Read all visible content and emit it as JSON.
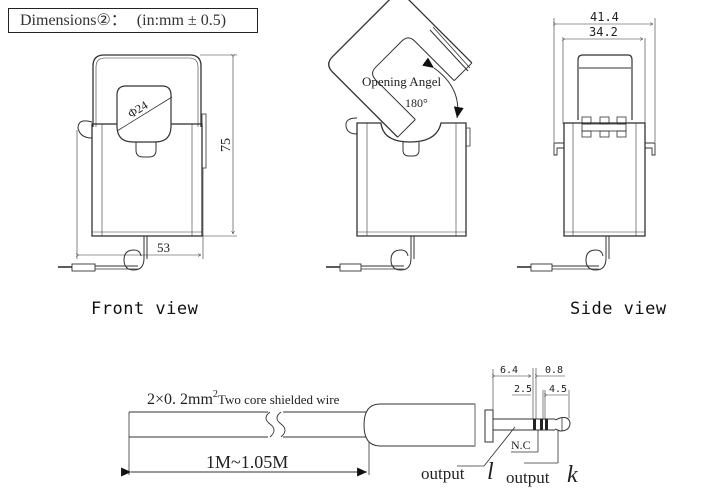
{
  "title": {
    "label": "Dimensions②：",
    "unit": "(in:mm ± 0.5)"
  },
  "front_view": {
    "caption": "Front view",
    "dim_diameter": "Φ24",
    "dim_height": "75",
    "dim_width": "53"
  },
  "open_view": {
    "opening_label": "Opening Angel",
    "opening_angle": "180°"
  },
  "side_view": {
    "caption": "Side view",
    "dim_outer_width": "41.4",
    "dim_inner_width": "34.2"
  },
  "wire": {
    "spec_prefix": "2×0. 2mm",
    "spec_superscript": "2",
    "spec_suffix": "Two core shielded wire",
    "length": "1M~1.05M"
  },
  "plug": {
    "dim_a": "6.4",
    "dim_b": "0.8",
    "dim_c": "2.5",
    "dim_d": "4.5",
    "nc_label": "N.C",
    "output_l_label": "output",
    "output_l_symbol": "l",
    "output_k_label": "output",
    "output_k_symbol": "k"
  },
  "colors": {
    "line": "#333333",
    "background": "#ffffff"
  }
}
